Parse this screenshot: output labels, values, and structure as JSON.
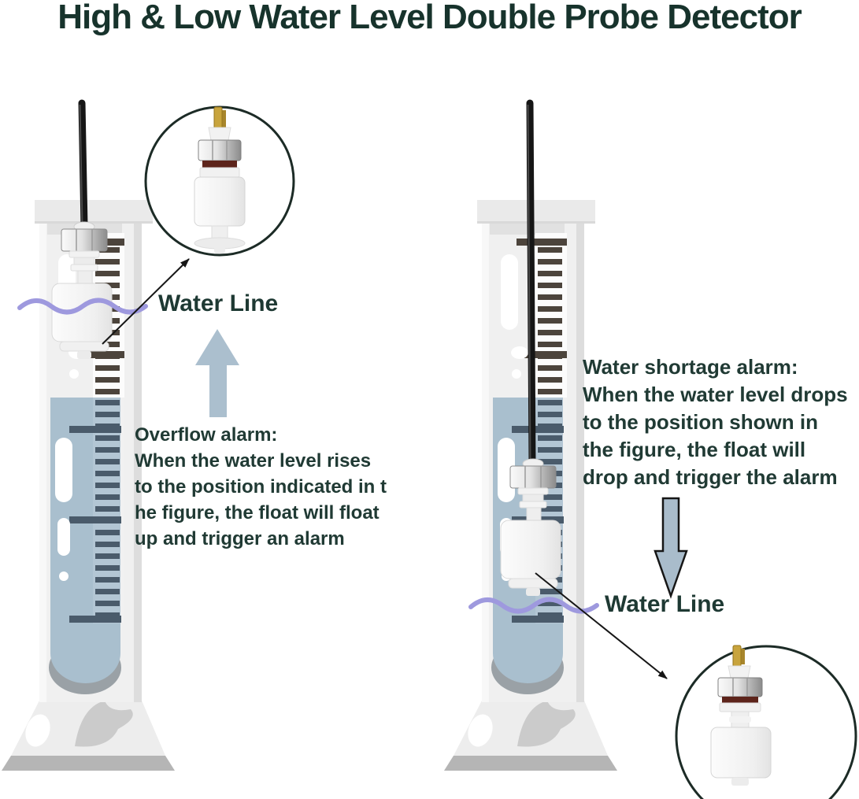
{
  "title": "High & Low Water Level Double Probe Detector",
  "left_panel": {
    "water_line_label": "Water Line",
    "alarm_title": "Overflow alarm:",
    "alarm_lines": [
      "When the water level rises",
      "to the position indicated in t",
      "he figure, the float will float",
      "up and trigger an alarm"
    ]
  },
  "right_panel": {
    "water_line_label": "Water Line",
    "alarm_title": "Water shortage alarm:",
    "alarm_lines": [
      "When the water level drops",
      "to the position shown in",
      "the figure, the float will",
      "drop and trigger the alarm"
    ]
  },
  "colors": {
    "title_text": "#17332c",
    "body_text": "#203a34",
    "water_fill": "#a9bfce",
    "wave_line": "#9e99de",
    "up_arrow_fill": "#abbfce",
    "down_arrow_fill": "#a9bccb",
    "down_arrow_outline": "#161616",
    "tick_dry": "#4c443c",
    "tick_wet": "#4a5b6b",
    "inset_outline": "#1c2b26"
  }
}
